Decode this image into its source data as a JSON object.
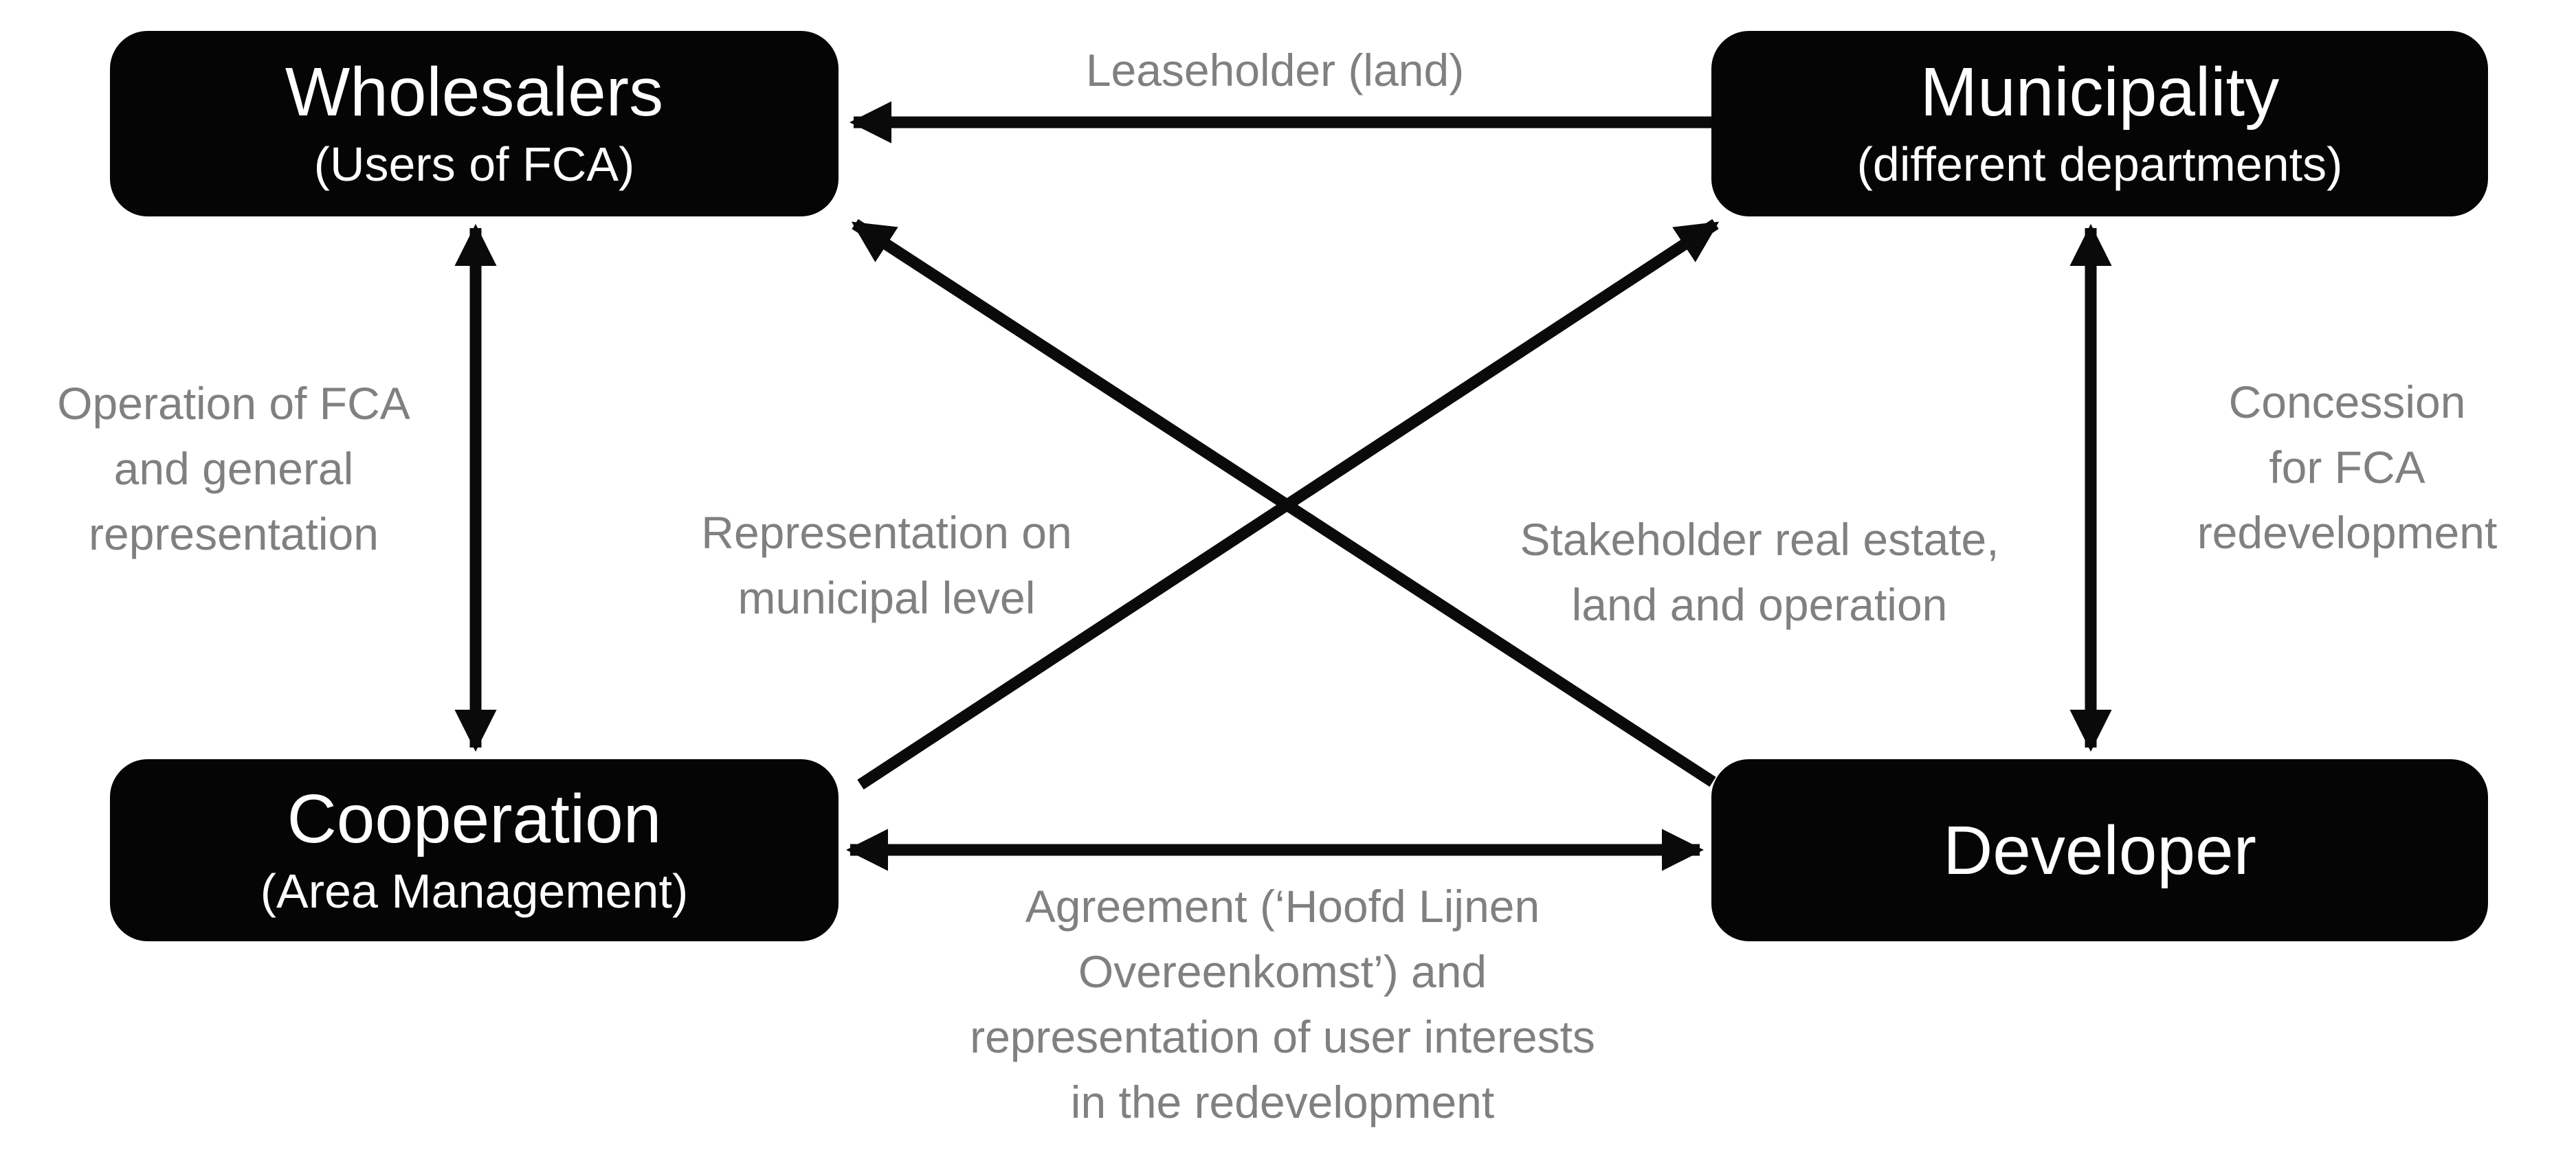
{
  "colors": {
    "background": "#ffffff",
    "node_bg": "#050505",
    "node_text": "#ffffff",
    "label_text": "#808080",
    "arrow": "#0a0a0a"
  },
  "nodes": {
    "wholesalers": {
      "title": "Wholesalers",
      "subtitle": "(Users of FCA)"
    },
    "municipality": {
      "title": "Municipality",
      "subtitle": "(different departments)"
    },
    "cooperation": {
      "title": "Cooperation",
      "subtitle": "(Area Management)"
    },
    "developer": {
      "title": "Developer"
    }
  },
  "edges": {
    "leaseholder": {
      "label": "Leaseholder (land)",
      "from": "Municipality",
      "to": "Wholesalers",
      "arrows": "single"
    },
    "operation": {
      "label": "Operation of FCA\nand general\nrepresentation",
      "from": "Wholesalers",
      "to": "Cooperation",
      "arrows": "double"
    },
    "representation": {
      "label": "Representation on\nmunicipal level",
      "from": "Cooperation",
      "to": "Municipality",
      "arrows": "single"
    },
    "stakeholder": {
      "label": "Stakeholder real estate,\nland and operation",
      "from": "Developer",
      "to": "Wholesalers",
      "arrows": "single"
    },
    "concession": {
      "label": "Concession for FCA\nredevelopment",
      "from": "Municipality",
      "to": "Developer",
      "arrows": "double"
    },
    "agreement": {
      "label": "Agreement (‘Hoofd Lijnen\nOvereenkomst’) and\nrepresentation of user interests\nin the redevelopment",
      "from": "Cooperation",
      "to": "Developer",
      "arrows": "double"
    }
  }
}
